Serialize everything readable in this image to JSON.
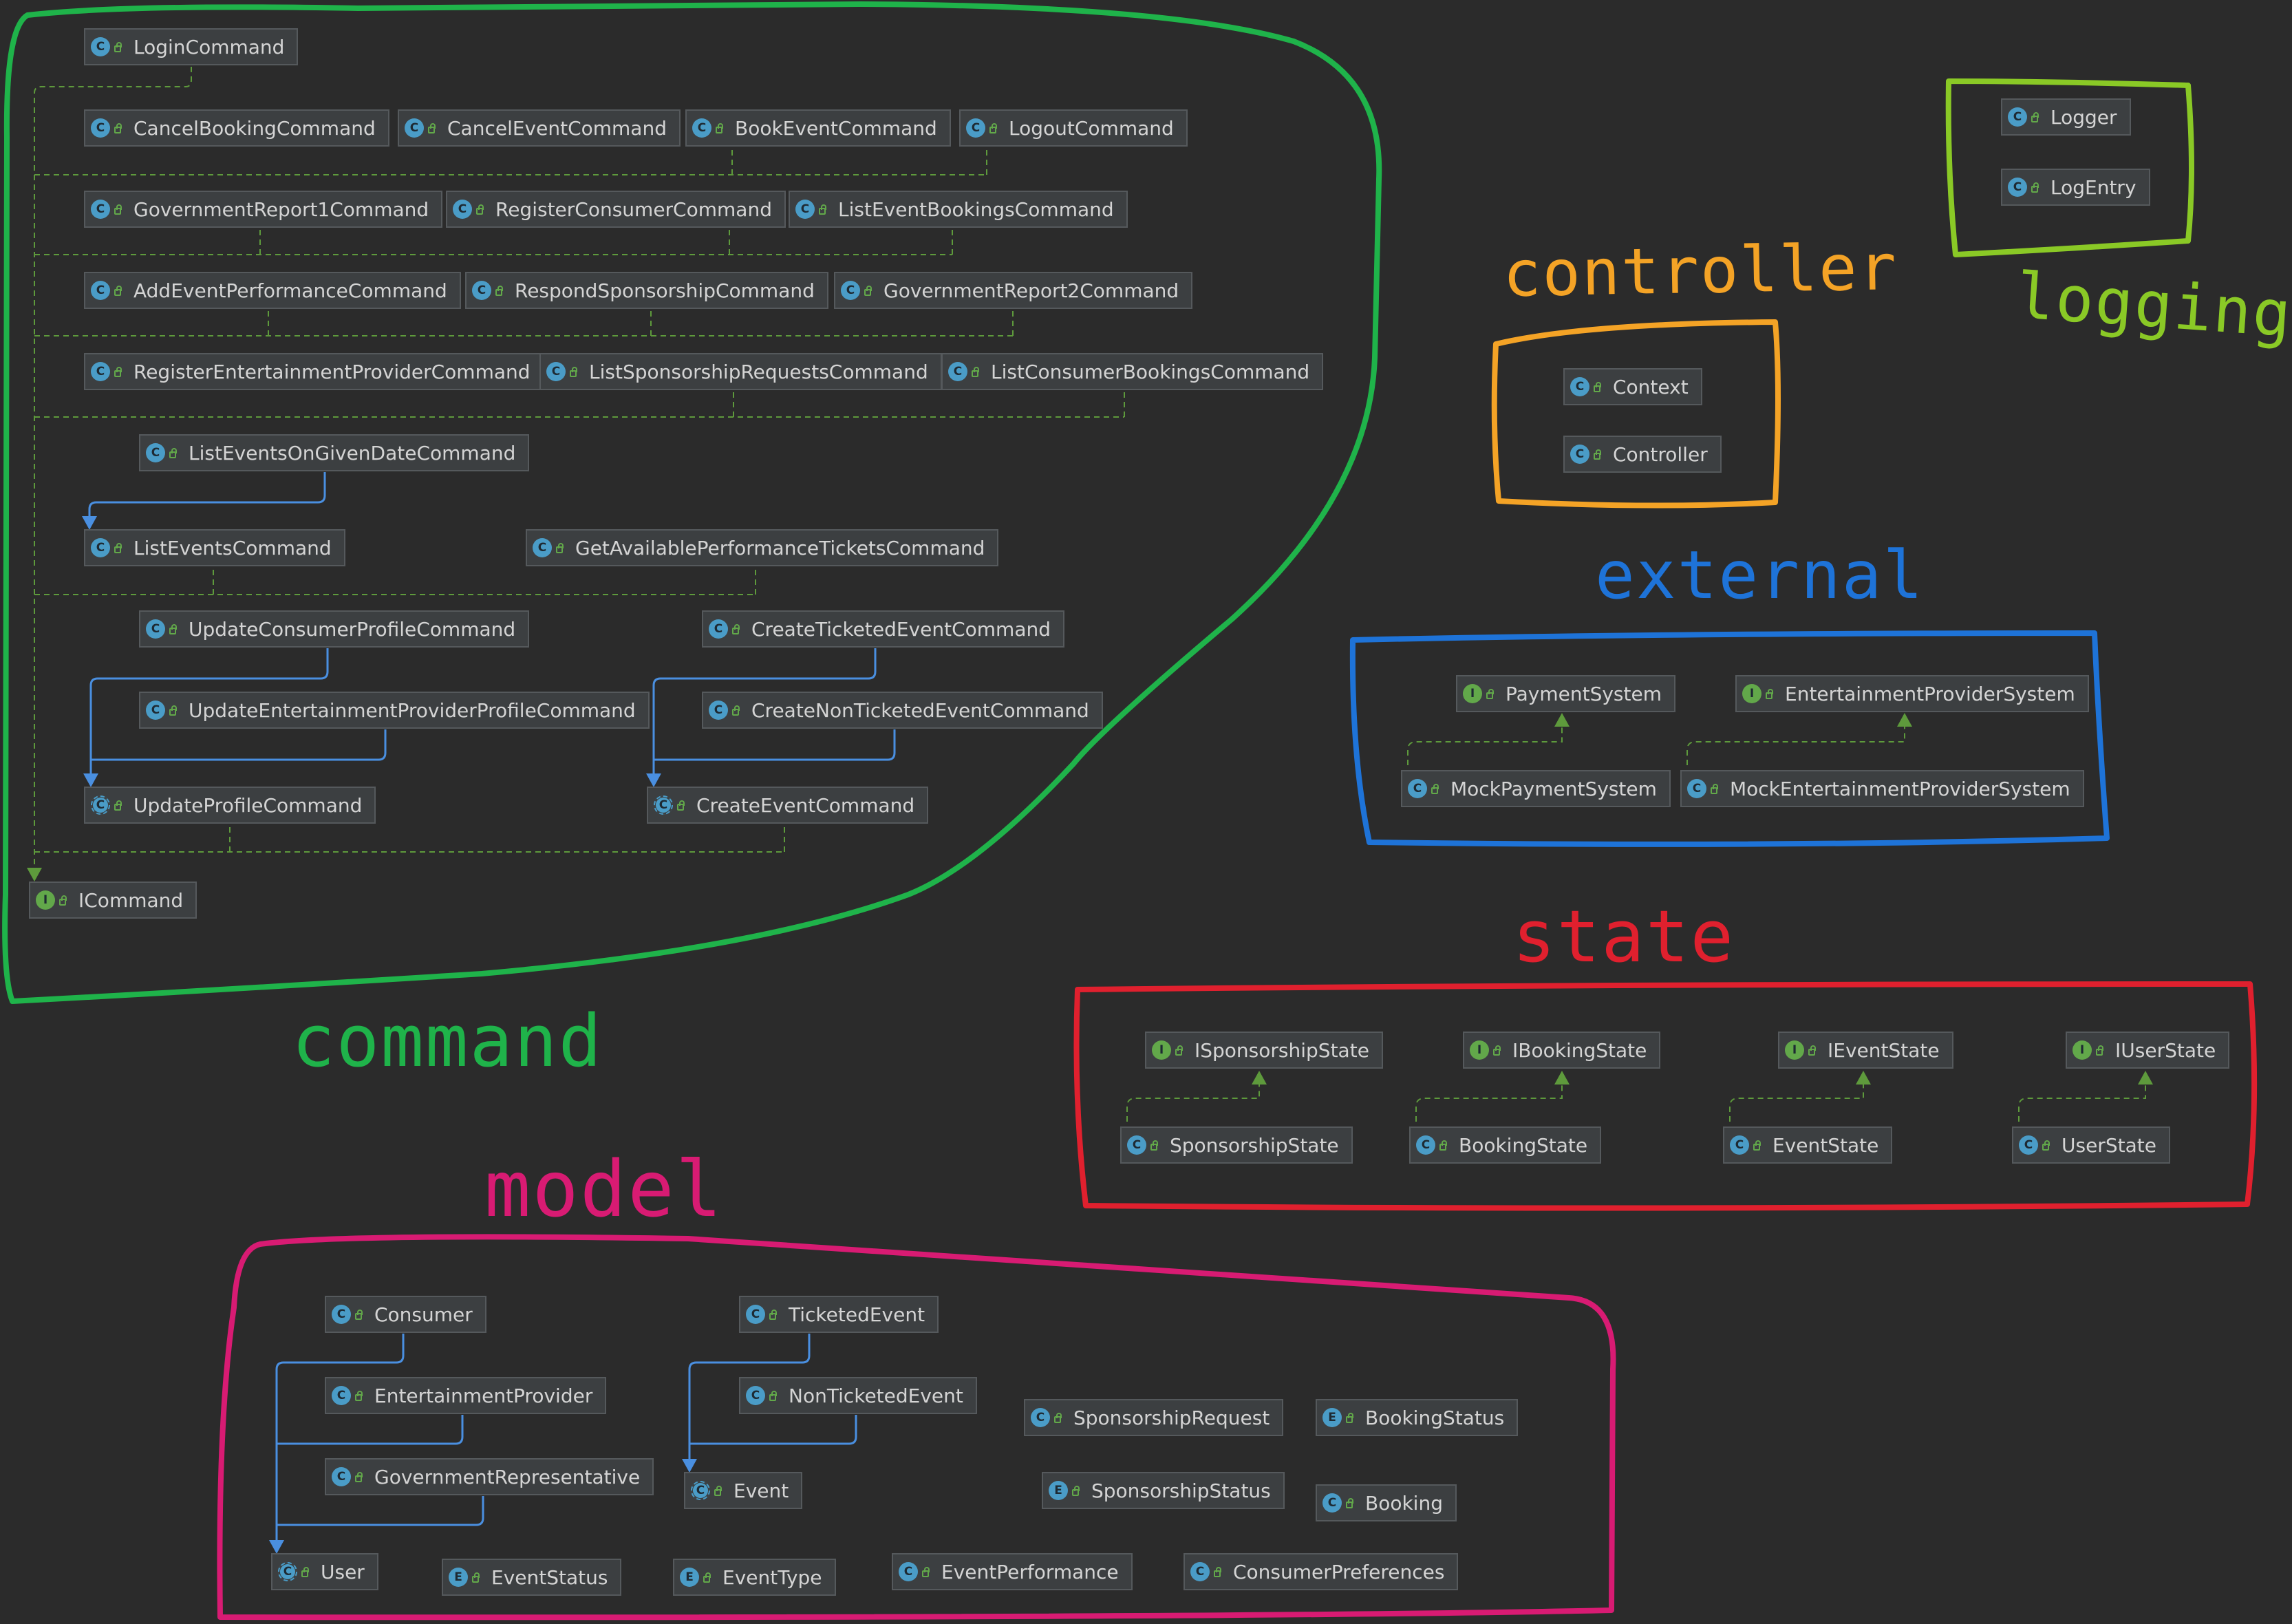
{
  "packages": {
    "command": {
      "label": "command",
      "color": "#1fb34a"
    },
    "controller": {
      "label": "controller",
      "color": "#f4a326"
    },
    "logging": {
      "label": "logging",
      "color": "#8ac926"
    },
    "external": {
      "label": "external",
      "color": "#1e73d8"
    },
    "state": {
      "label": "state",
      "color": "#e0202e"
    },
    "model": {
      "label": "model",
      "color": "#d81b73"
    }
  },
  "icons": {
    "class": {
      "letter": "C",
      "icon": "class-icon"
    },
    "abstract": {
      "letter": "C",
      "icon": "abstract-class-icon"
    },
    "interface": {
      "letter": "I",
      "icon": "interface-icon"
    },
    "enum": {
      "letter": "E",
      "icon": "enum-icon"
    }
  },
  "edge_colors": {
    "implements": "#5e9a3c",
    "extends": "#4a8fe0"
  },
  "classes": {
    "LoginCommand": "LoginCommand",
    "CancelBookingCommand": "CancelBookingCommand",
    "CancelEventCommand": "CancelEventCommand",
    "BookEventCommand": "BookEventCommand",
    "LogoutCommand": "LogoutCommand",
    "GovernmentReport1Command": "GovernmentReport1Command",
    "RegisterConsumerCommand": "RegisterConsumerCommand",
    "ListEventBookingsCommand": "ListEventBookingsCommand",
    "AddEventPerformanceCommand": "AddEventPerformanceCommand",
    "RespondSponsorshipCommand": "RespondSponsorshipCommand",
    "GovernmentReport2Command": "GovernmentReport2Command",
    "RegisterEntertainmentProviderCommand": "RegisterEntertainmentProviderCommand",
    "ListSponsorshipRequestsCommand": "ListSponsorshipRequestsCommand",
    "ListConsumerBookingsCommand": "ListConsumerBookingsCommand",
    "ListEventsOnGivenDateCommand": "ListEventsOnGivenDateCommand",
    "ListEventsCommand": "ListEventsCommand",
    "GetAvailablePerformanceTicketsCommand": "GetAvailablePerformanceTicketsCommand",
    "UpdateConsumerProfileCommand": "UpdateConsumerProfileCommand",
    "CreateTicketedEventCommand": "CreateTicketedEventCommand",
    "UpdateEntertainmentProviderProfileCommand": "UpdateEntertainmentProviderProfileCommand",
    "CreateNonTicketedEventCommand": "CreateNonTicketedEventCommand",
    "UpdateProfileCommand": "UpdateProfileCommand",
    "CreateEventCommand": "CreateEventCommand",
    "ICommand": "ICommand",
    "Logger": "Logger",
    "LogEntry": "LogEntry",
    "Context": "Context",
    "Controller": "Controller",
    "PaymentSystem": "PaymentSystem",
    "EntertainmentProviderSystem": "EntertainmentProviderSystem",
    "MockPaymentSystem": "MockPaymentSystem",
    "MockEntertainmentProviderSystem": "MockEntertainmentProviderSystem",
    "ISponsorshipState": "ISponsorshipState",
    "IBookingState": "IBookingState",
    "IEventState": "IEventState",
    "IUserState": "IUserState",
    "SponsorshipState": "SponsorshipState",
    "BookingState": "BookingState",
    "EventState": "EventState",
    "UserState": "UserState",
    "Consumer": "Consumer",
    "EntertainmentProvider": "EntertainmentProvider",
    "GovernmentRepresentative": "GovernmentRepresentative",
    "User": "User",
    "TicketedEvent": "TicketedEvent",
    "NonTicketedEvent": "NonTicketedEvent",
    "Event": "Event",
    "SponsorshipRequest": "SponsorshipRequest",
    "BookingStatus": "BookingStatus",
    "SponsorshipStatus": "SponsorshipStatus",
    "Booking": "Booking",
    "EventStatus": "EventStatus",
    "EventType": "EventType",
    "EventPerformance": "EventPerformance",
    "ConsumerPreferences": "ConsumerPreferences"
  }
}
